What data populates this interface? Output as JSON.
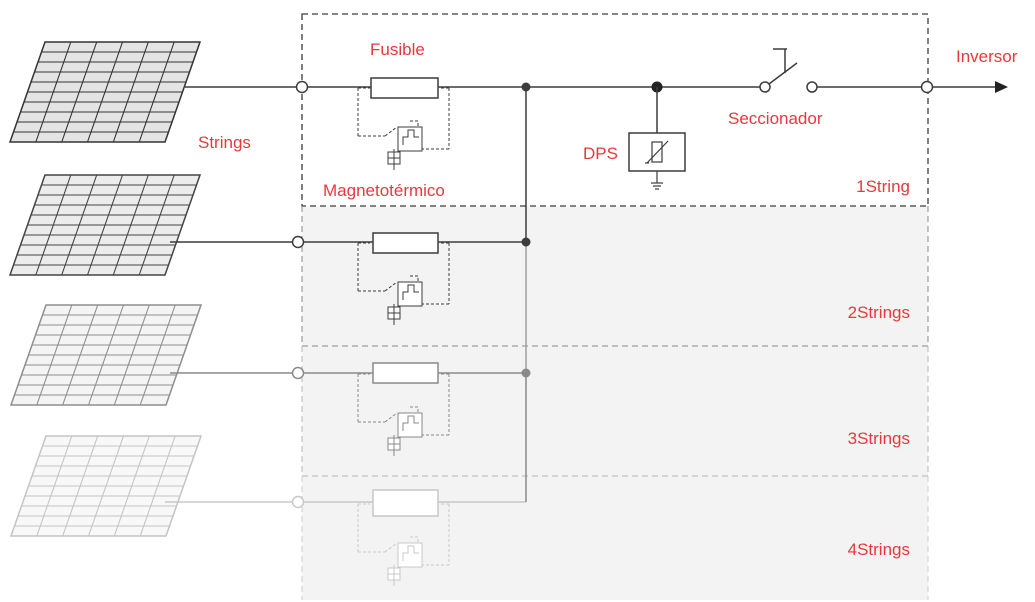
{
  "labels": {
    "fusible": "Fusible",
    "strings": "Strings",
    "magnetotermico": "Magnetotérmico",
    "dps": "DPS",
    "seccionador": "Seccionador",
    "inversor": "Inversor"
  },
  "sections": [
    {
      "label": "1String"
    },
    {
      "label": "2Strings"
    },
    {
      "label": "3Strings"
    },
    {
      "label": "4Strings"
    }
  ],
  "colors": {
    "accent": "#e8383d",
    "line_dark": "#3c3c3c",
    "line_mid": "#8a8a8a",
    "line_light": "#b4b4b4",
    "line_faint": "#cdcdcd",
    "shade": "#f3f3f3",
    "panel_dark_fill": "#e4e4e4",
    "panel_mid_fill": "#ececec",
    "panel_light_fill": "#f4f4f4",
    "panel_faint_fill": "#f8f8f8"
  },
  "icons": {
    "solar_panel": "solar-panel-icon",
    "fuse": "fuse-icon",
    "breaker": "magnetothermic-breaker-icon",
    "surge": "surge-protector-icon",
    "ground": "ground-icon",
    "switch": "disconnector-switch-icon",
    "arrow": "arrow-right-icon"
  }
}
